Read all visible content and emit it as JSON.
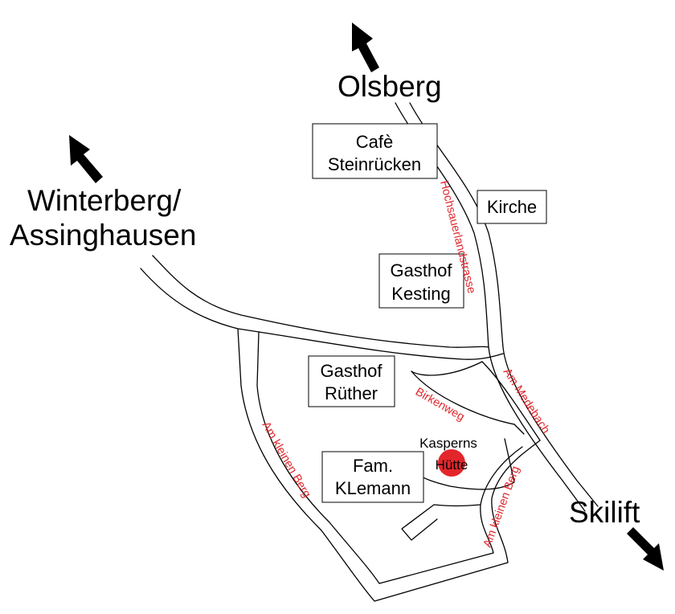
{
  "destinations": {
    "olsberg": "Olsberg",
    "winterberg_line1": "Winterberg/",
    "winterberg_line2": "Assinghausen",
    "skilift": "Skilift"
  },
  "landmarks": {
    "cafe_line1": "Cafè",
    "cafe_line2": "Steinrücken",
    "kirche": "Kirche",
    "kesting_line1": "Gasthof",
    "kesting_line2": "Kesting",
    "ruether_line1": "Gasthof",
    "ruether_line2": "Rüther",
    "klemann_line1": "Fam.",
    "klemann_line2": "KLemann",
    "hut_line1": "Kasperns",
    "hut_line2": "Hütte"
  },
  "streets": {
    "hochsauerland": "Hochsauerlandstrasse",
    "am_medebach": "Am Medebach",
    "birkenweg": "Birkenweg",
    "am_kleinen_berg_west": "Am kleinen Berg",
    "am_kleinen_berg_east": "Am kleinen Berg"
  },
  "colors": {
    "street_label": "#e0282e",
    "marker": "#e3262b",
    "line": "#000000"
  },
  "icons": {
    "destination_arrow": "arrow-icon",
    "location_marker": "red-dot-marker"
  }
}
